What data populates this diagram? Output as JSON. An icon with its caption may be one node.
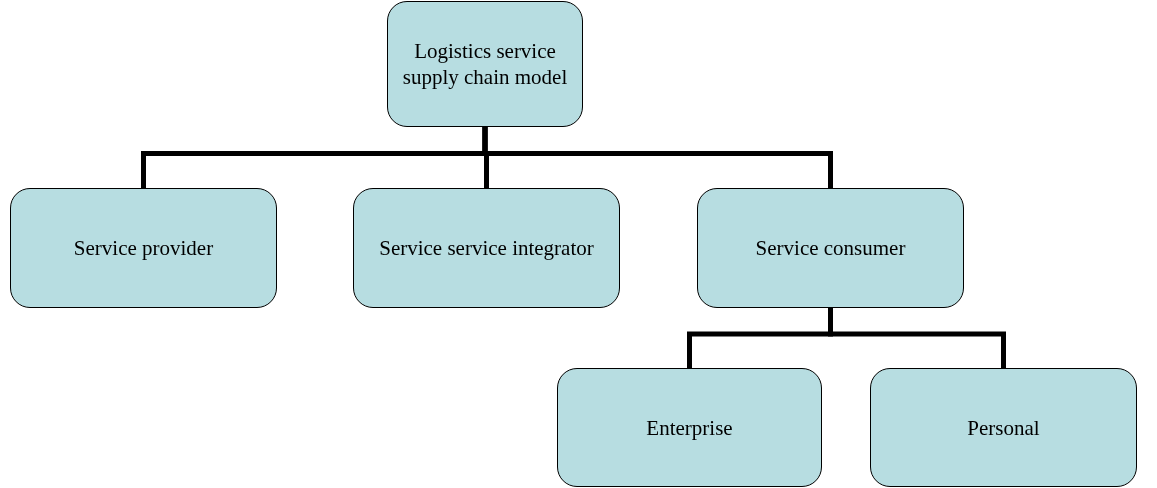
{
  "diagram": {
    "nodes": [
      {
        "text": [
          "Logistics service supply chain model"
        ]
      },
      {
        "text": [
          "Service provider"
        ]
      },
      {
        "text": [
          "Service service integrator"
        ]
      },
      {
        "text": [
          "Service consumer"
        ]
      },
      {
        "text": [
          "Enterprise"
        ]
      },
      {
        "text": [
          "Personal"
        ]
      }
    ],
    "edges": [
      {
        "from": 0,
        "to": 1,
        "arrow": "none"
      },
      {
        "from": 0,
        "to": 2,
        "arrow": "none"
      },
      {
        "from": 0,
        "to": 3,
        "arrow": "none"
      },
      {
        "from": 3,
        "to": 4,
        "arrow": "none"
      },
      {
        "from": 3,
        "to": 5,
        "arrow": "none"
      }
    ]
  }
}
